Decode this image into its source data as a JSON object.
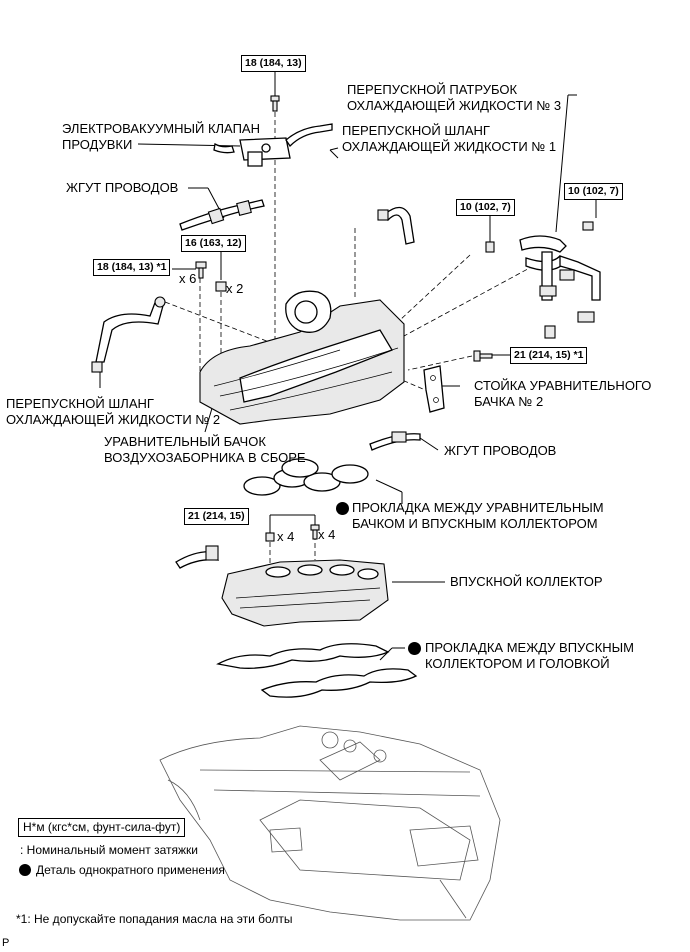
{
  "torque_specs": {
    "t1": "18 (184, 13)",
    "t2": "10 (102, 7)",
    "t3": "10 (102, 7)",
    "t4": "16 (163, 12)",
    "t5": "18 (184, 13) *1",
    "t6": "21 (214, 15) *1",
    "t7": "21 (214, 15)"
  },
  "quantities": {
    "q1": "x 6",
    "q2": "x 2",
    "q3": "x 4",
    "q4": "x 4"
  },
  "labels": {
    "bypass_pipe_3": "ПЕРЕПУСКНОЙ ПАТРУБОК\nОХЛАЖДАЮЩЕЙ ЖИДКОСТИ № 3",
    "vsv_purge": "ЭЛЕКТРОВАКУУМНЫЙ КЛАПАН\nПРОДУВКИ",
    "bypass_hose_1": "ПЕРЕПУСКНОЙ ШЛАНГ\nОХЛАЖДАЮЩЕЙ ЖИДКОСТИ № 1",
    "wire_harness_top": "ЖГУТ ПРОВОДОВ",
    "bypass_hose_2": "ПЕРЕПУСКНОЙ ШЛАНГ\nОХЛАЖДАЮЩЕЙ ЖИДКОСТИ № 2",
    "surge_tank_stay_2": "СТОЙКА УРАВНИТЕЛЬНОГО\nБАЧКА № 2",
    "surge_tank_assy": "УРАВНИТЕЛЬНЫЙ БАЧОК\nВОЗДУХОЗАБОРНИКА В СБОРЕ",
    "wire_harness_bottom": "ЖГУТ ПРОВОДОВ",
    "gasket_surge_manifold": "ПРОКЛАДКА МЕЖДУ УРАВНИТЕЛЬНЫМ\nБАЧКОМ И ВПУСКНЫМ КОЛЛЕКТОРОМ",
    "intake_manifold": "ВПУСКНОЙ КОЛЛЕКТОР",
    "gasket_manifold_head": "ПРОКЛАДКА МЕЖДУ ВПУСКНЫМ\nКОЛЛЕКТОРОМ И ГОЛОВКОЙ"
  },
  "legend": {
    "unit": "Н*м (кгс*см, фунт-сила-фут)",
    "torque_note": ": Номинальный момент затяжки",
    "non_reusable": "Деталь однократного применения",
    "footnote": "*1: Не допускайте попадания масла на эти болты"
  },
  "corner_mark": "P"
}
